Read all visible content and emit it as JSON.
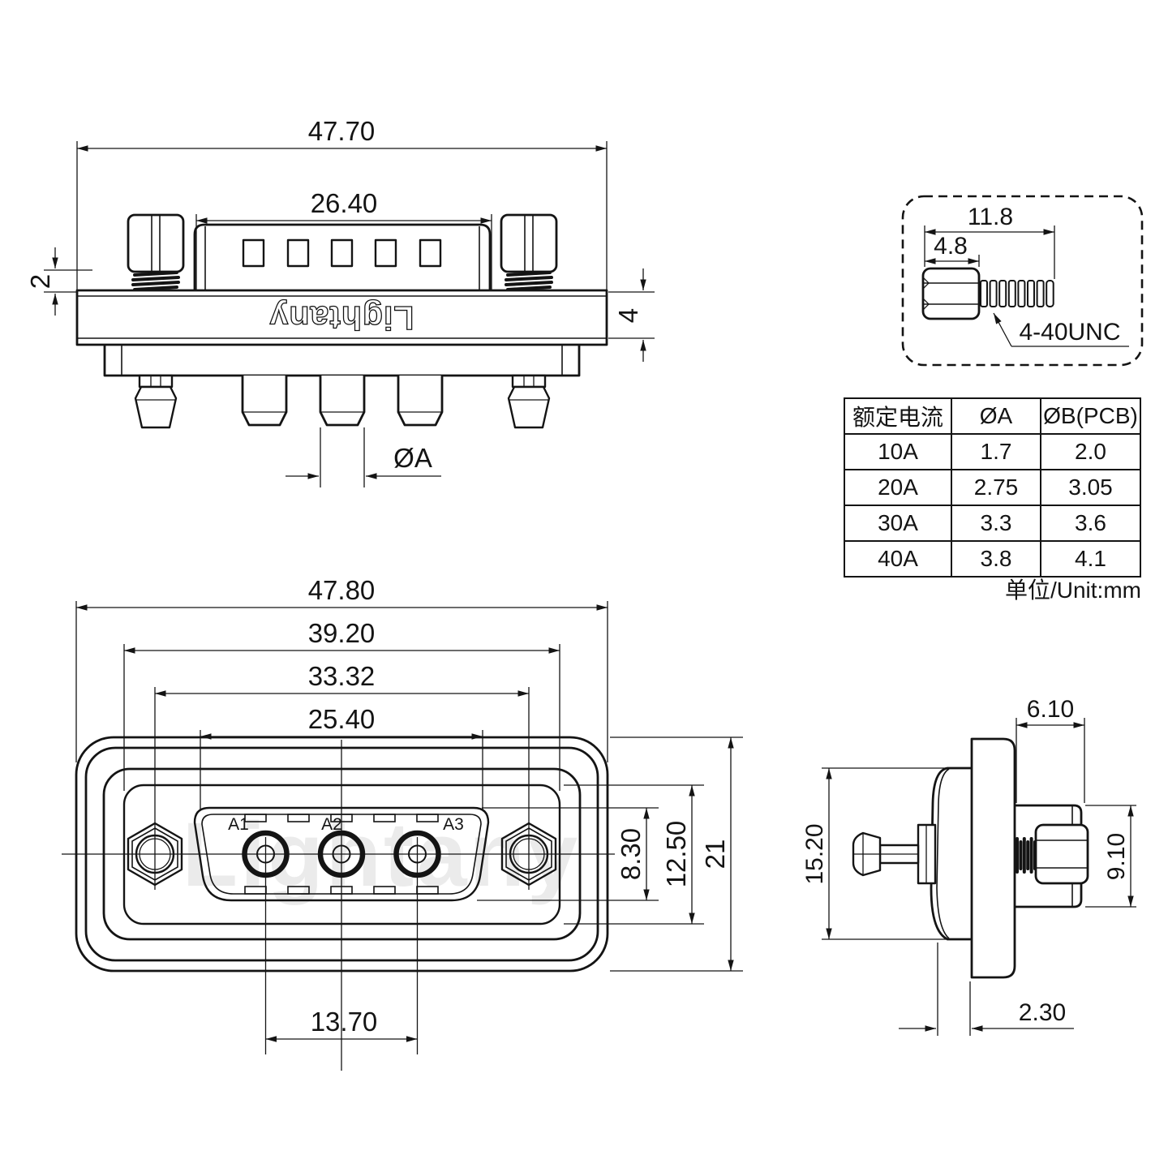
{
  "brand": {
    "logo": "Lightany",
    "watermark": "Lightany"
  },
  "top_view": {
    "dims": {
      "overall_width": "47.70",
      "body_width": "26.40",
      "standoff_gap": "2",
      "flange_thickness": "4",
      "pin_diameter_label": "ØA"
    }
  },
  "screw_detail": {
    "dims": {
      "total_length": "11.8",
      "head_length": "4.8"
    },
    "thread_spec": "4-40UNC"
  },
  "spec_table": {
    "headers": [
      "额定电流",
      "ØA",
      "ØB(PCB)"
    ],
    "rows": [
      [
        "10A",
        "1.7",
        "2.0"
      ],
      [
        "20A",
        "2.75",
        "3.05"
      ],
      [
        "30A",
        "3.3",
        "3.6"
      ],
      [
        "40A",
        "3.8",
        "4.1"
      ]
    ],
    "unit_note": "单位/Unit:mm"
  },
  "front_view": {
    "dims": {
      "overall_width": "47.80",
      "panel_width": "39.20",
      "mount_hole_spacing": "33.32",
      "insert_width": "25.40",
      "contact_spacing": "13.70",
      "insert_height": "8.30",
      "panel_height": "12.50",
      "overall_height": "21"
    },
    "pin_labels": [
      "A1",
      "A2",
      "A3"
    ]
  },
  "side_view": {
    "dims": {
      "shell_depth": "6.10",
      "body_height": "15.20",
      "shell_height": "9.10",
      "edge_offset": "2.30"
    }
  }
}
